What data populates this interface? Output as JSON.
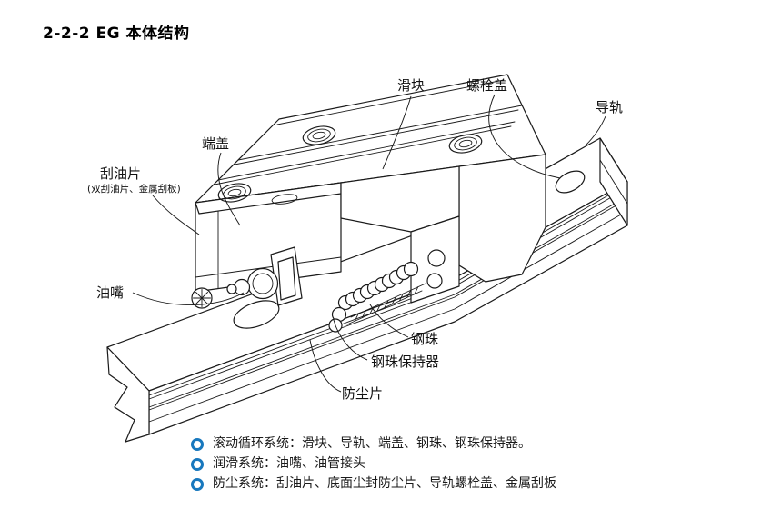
{
  "title": "2-2-2 EG 本体结构",
  "diagram": {
    "line_color": "#1a1a1a",
    "labels": {
      "slider": "滑块",
      "bolt_cover": "螺栓盖",
      "rail": "导轨",
      "end_cap": "端盖",
      "oil_scraper": "刮油片",
      "oil_scraper_note": "(双刮油片、金属刮板)",
      "grease_nipple": "油嘴",
      "steel_ball": "钢珠",
      "ball_retainer": "钢珠保持器",
      "dust_strip": "防尘片"
    }
  },
  "legend": {
    "bullet_color": "#1878be",
    "items": [
      "滚动循环系统：滑块、导轨、端盖、钢珠、钢珠保持器。",
      "润滑系统：油嘴、油管接头",
      "防尘系统：刮油片、底面尘封防尘片、导轨螺栓盖、金属刮板"
    ]
  }
}
